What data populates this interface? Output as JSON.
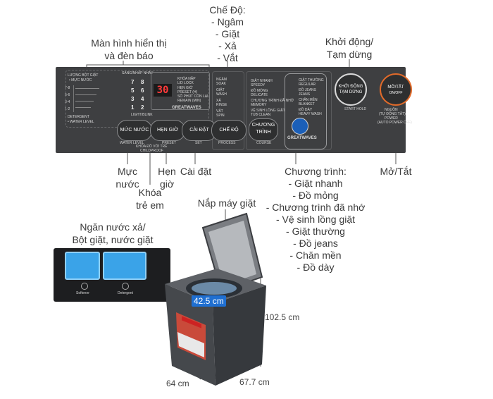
{
  "callouts": {
    "che_do": {
      "title": "Chế Độ:",
      "items": [
        "- Ngâm",
        "- Giặt",
        "- Xả",
        "- Vắt"
      ]
    },
    "man_hinh": {
      "line1": "Màn hình hiển thị",
      "line2": "và đèn báo"
    },
    "khoi_dong": {
      "line1": "Khởi động/",
      "line2": "Tạm dừng"
    },
    "muc_nuoc": {
      "line1": "Mực",
      "line2": "nước"
    },
    "khoa_tre_em": {
      "line1": "Khóa",
      "line2": "trẻ em"
    },
    "hen_gio": {
      "line1": "Hẹn",
      "line2": "giờ"
    },
    "cai_dat": "Cài đặt",
    "chuong_trinh": {
      "title": "Chương trình:",
      "items": [
        "- Giặt nhanh",
        "- Đồ mỏng",
        "- Chương trình đã nhớ",
        "- Vệ sinh lồng giặt",
        "- Giặt thường",
        "- Đồ jeans",
        "- Chăn mền",
        "- Đồ dày"
      ]
    },
    "mo_tat": "Mở/Tắt",
    "nap_may": "Nắp máy giặt",
    "ngan_nuoc": {
      "line1": "Ngăn nước xả/",
      "line2": "Bột giặt, nước giặt"
    }
  },
  "panel": {
    "luong_bot_giat": "LƯỢNG BỘT GIẶT",
    "muc_nuoc_header": "• MỰC NƯỚC",
    "level_labels": [
      "7-8",
      "5-6",
      "3-4",
      "1-2"
    ],
    "detergent_footer": "DETERGENT",
    "water_level_footer": "• WATER LEVEL",
    "sang_nhap_nhay": "SÁNG/NHẤP NHÁY",
    "grid_numbers": [
      "7",
      "8",
      "5",
      "6",
      "3",
      "4",
      "1",
      "2"
    ],
    "light_blink": "LIGHT/BLINK",
    "display_digits": "30",
    "display_texts": [
      "KHÓA NẮP",
      "LID LOCK",
      "HẸN GIỜ",
      "PRESET (H)",
      "SỐ PHÚT CÒN LẠI",
      "REMAIN (MIN)"
    ],
    "great_waves": "GREATWAVES",
    "modes": [
      "NGÂM",
      "SOAK",
      "GIẶT",
      "WASH",
      "XẢ",
      "RINSE",
      "VẮT",
      "SPIN"
    ],
    "programs_left": [
      "GIẶT NHANH",
      "SPEEDY",
      "ĐỒ MỎNG",
      "DELICATE",
      "CHƯƠNG TRÌNH ĐÃ NHỚ",
      "MEMORY",
      "VỆ SINH LỒNG GIẶT",
      "TUB CLEAN"
    ],
    "programs_right": [
      "GIẶT THƯỜNG",
      "REGULAR",
      "ĐỒ JEANS",
      "JEANS",
      "CHĂN MỀN",
      "BLANKET",
      "ĐỒ DÀY",
      "HEAVY WASH"
    ],
    "buttons": {
      "muc_nuoc": "MỨC NƯỚC",
      "hen_gio": "HẸN GIỜ",
      "cai_dat": "CÀI ĐẶT",
      "che_do": "CHẾ ĐỘ",
      "chuong_trinh": "CHƯƠNG TRÌNH",
      "khoi_dong": "KHỞI ĐỘNG TẠM DỪNG",
      "mo_tat": "MỞ/TẮT"
    },
    "button_subs": {
      "water_level": "WATER LEVEL",
      "preset": "PRESET",
      "set": "SET",
      "process": "PROCESS",
      "course": "COURSE",
      "start_hold": "START HOLD",
      "on_off": "ON/OFF",
      "khoa_do_voi_tre": "KHÓA ĐỒ VỚI TRẺ",
      "childproof": "CHILDPROOF"
    },
    "power_note": [
      "NGUỒN",
      "(TỰ ĐỘNG TẮT)",
      "POWER",
      "(AUTO POWER OFF)"
    ]
  },
  "drawer": {
    "softener": "Softener",
    "detergent": "Detergent"
  },
  "dimensions": {
    "width": "64 cm",
    "depth": "67.7 cm",
    "height": "102.5 cm",
    "tub": "42.5 cm"
  },
  "colors": {
    "panel": "#3e3f41",
    "machine": "#4a4c50",
    "accent_blue": "#1f6fd1",
    "drawer_blue": "#3aa3e8",
    "display_red": "#ff3a3a",
    "power_ring": "#e06a2a"
  }
}
